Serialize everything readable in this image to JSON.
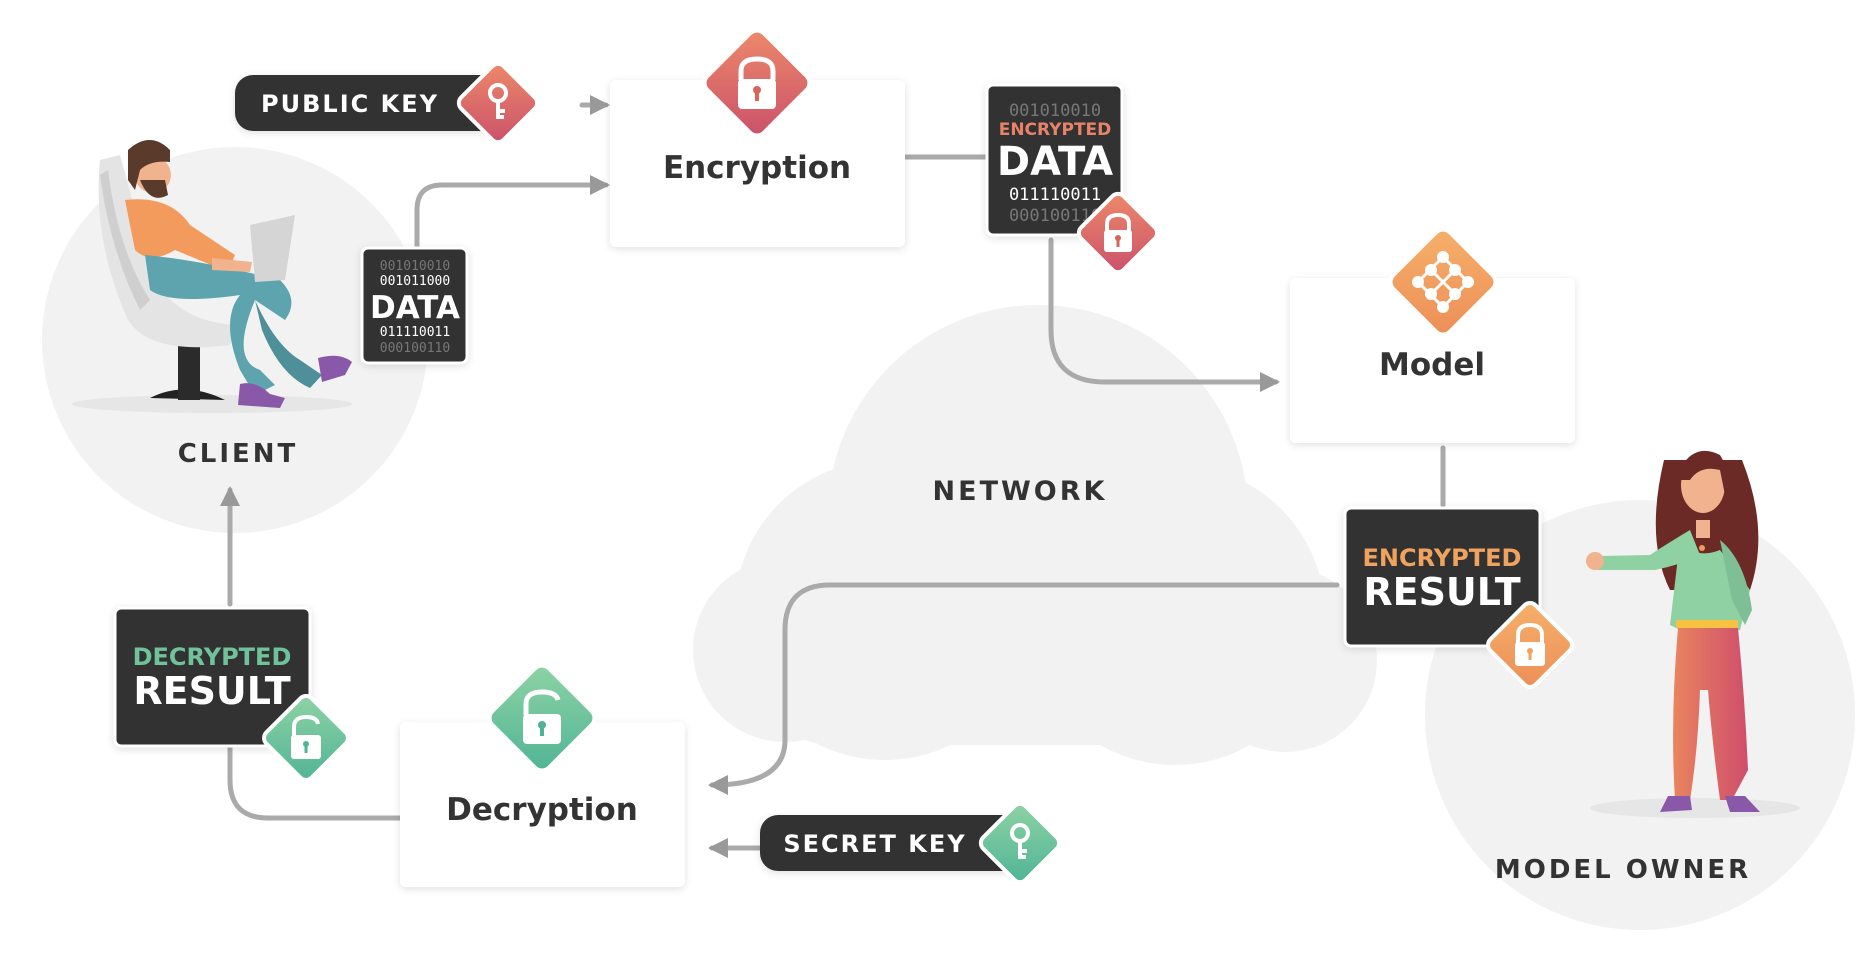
{
  "labels": {
    "client": "CLIENT",
    "network": "NETWORK",
    "model_owner": "MODEL OWNER"
  },
  "keys": {
    "public": "PUBLIC KEY",
    "secret": "SECRET KEY"
  },
  "boxes": {
    "encryption": "Encryption",
    "model": "Model",
    "decryption": "Decryption"
  },
  "client_data_card": {
    "bits1": "001010010",
    "bits2": "001011000",
    "title": "DATA",
    "bits3": "011110011",
    "bits4": "000100110"
  },
  "encrypted_data_card": {
    "bits1": "001010010",
    "tag": "ENCRYPTED",
    "title": "DATA",
    "bits2": "011110011",
    "bits3": "000100110"
  },
  "encrypted_result_card": {
    "tag": "ENCRYPTED",
    "title": "RESULT"
  },
  "decrypted_result_card": {
    "tag": "DECRYPTED",
    "title": "RESULT"
  },
  "colors": {
    "encrypt_red": "#d9645c",
    "model_orange": "#f0a35e",
    "decrypt_green": "#6fc29a",
    "card_dark": "#333333",
    "circle_gray": "#f2f2f2",
    "arrow_gray": "#999999"
  }
}
